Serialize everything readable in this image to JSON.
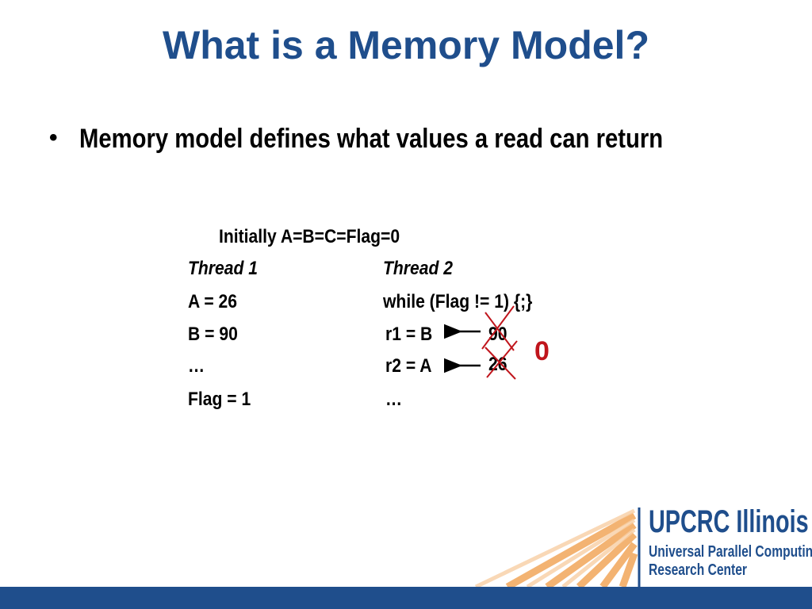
{
  "title": "What is a Memory Model?",
  "bullet": "Memory model defines what values a read can return",
  "code": {
    "initially": "Initially A=B=C=Flag=0",
    "thread1_header": "Thread 1",
    "thread2_header": "Thread 2",
    "thread1_lines": [
      "A = 26",
      "B = 90",
      "…",
      "Flag = 1"
    ],
    "thread2_lines": [
      "while (Flag != 1) {;}",
      "r1 = B",
      "r2 = A",
      "…"
    ],
    "crossed_values": [
      "90",
      "26"
    ],
    "replacement_value": "0"
  },
  "logo": {
    "name": "UPCRC Illinois",
    "line1": "Universal Parallel Computing",
    "line2": "Research Center"
  },
  "colors": {
    "title": "#1f4e8c",
    "accent_red": "#c0151c",
    "rays_orange": "#f2a65a"
  }
}
